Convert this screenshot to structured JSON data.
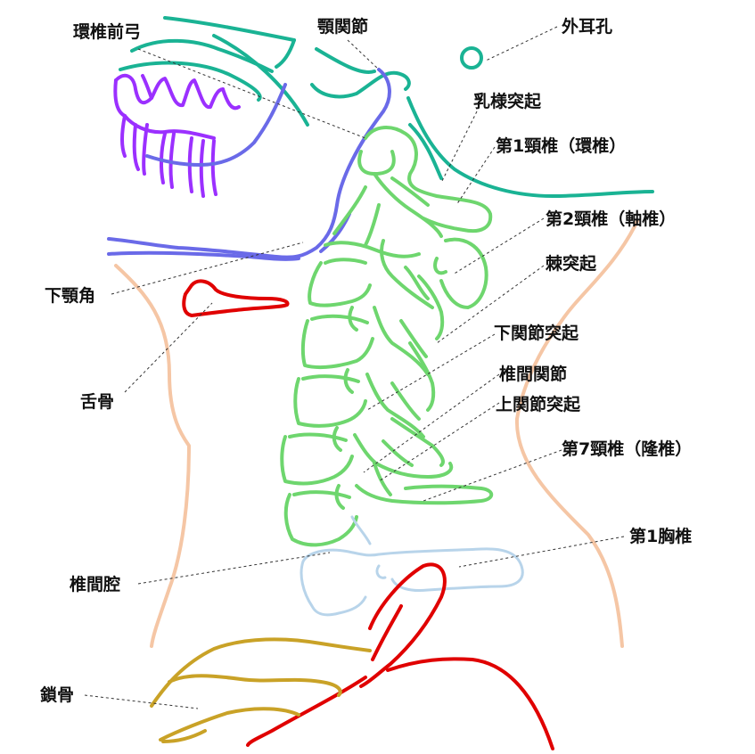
{
  "labels": {
    "anterior_arch_atlas": "環椎前弓",
    "tmj": "顎関節",
    "ear_canal": "外耳孔",
    "mastoid": "乳様突起",
    "c1": "第1頸椎（環椎）",
    "c2": "第2頸椎（軸椎）",
    "spinous": "棘突起",
    "mandible_angle": "下顎角",
    "inferior_facet": "下関節突起",
    "hyoid": "舌骨",
    "facet_joint": "椎間関節",
    "superior_facet": "上関節突起",
    "c7": "第7頸椎（隆椎）",
    "t1": "第1胸椎",
    "disc_space": "椎間腔",
    "clavicle": "鎖骨"
  },
  "colors": {
    "skull": "#1ab394",
    "teeth": "#9b30ff",
    "mandible": "#6a6ae8",
    "vertebrae": "#6ed66e",
    "thoracic": "#b8d4ea",
    "hyoid": "#e00000",
    "rib": "#e00000",
    "clavicle": "#c9a227",
    "skin": "#f5c6a5"
  }
}
